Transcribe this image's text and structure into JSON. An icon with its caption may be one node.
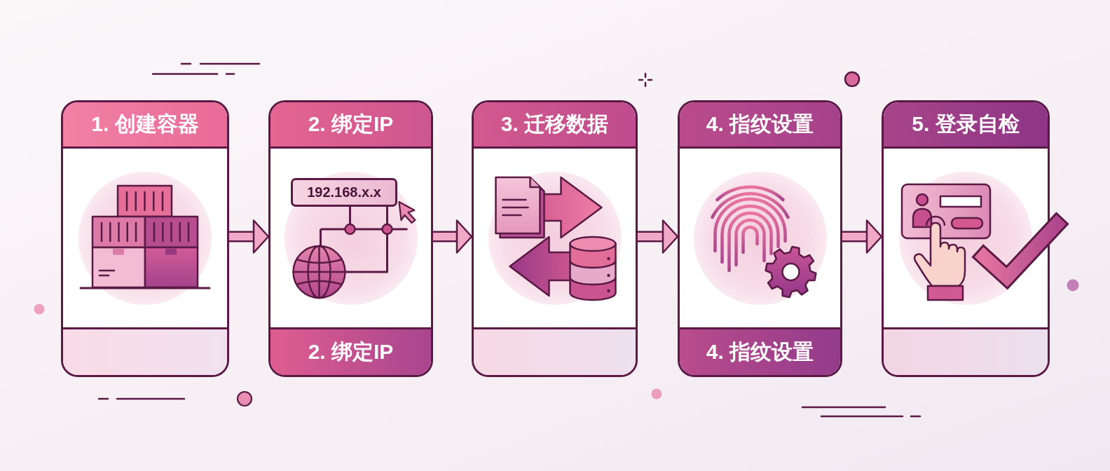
{
  "diagram": {
    "nodes": [
      {
        "text": [
          "1. 创建容器"
        ]
      },
      {
        "text": [
          "2. 绑定IP",
          "2. 绑定IP"
        ]
      },
      {
        "text": [
          "3. 迁移数据"
        ]
      },
      {
        "text": [
          "4. 指纹设置",
          "4. 指纹设置"
        ]
      },
      {
        "text": [
          "5. 登录自检"
        ]
      }
    ],
    "edges": [
      {
        "from": 0,
        "to": 1,
        "arrow": "to"
      },
      {
        "from": 1,
        "to": 2,
        "arrow": "to"
      },
      {
        "from": 2,
        "to": 3,
        "arrow": "to"
      },
      {
        "from": 3,
        "to": 4,
        "arrow": "to"
      }
    ],
    "labels": [
      "192.168.x.x"
    ]
  }
}
